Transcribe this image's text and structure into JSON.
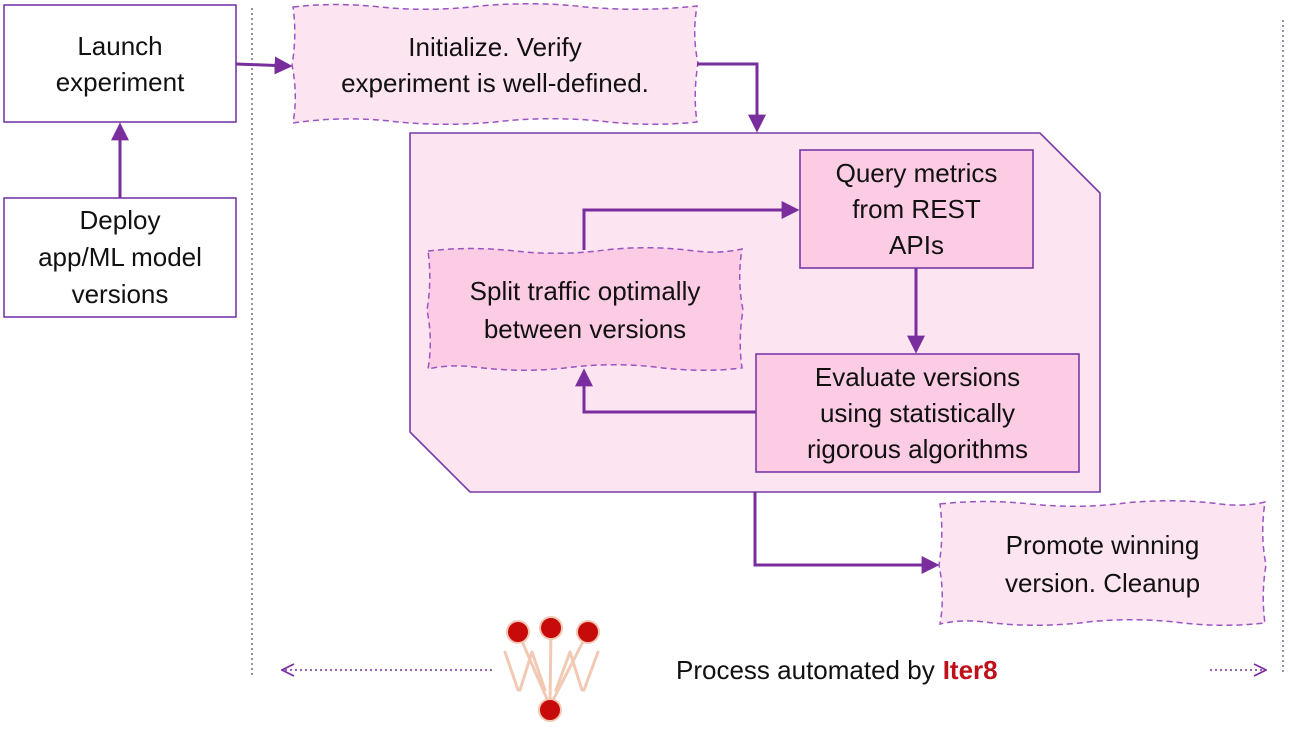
{
  "nodes": {
    "launch": "Launch\nexperiment",
    "deploy": "Deploy\napp/ML model\nversions",
    "initialize": "Initialize. Verify\nexperiment is well-defined.",
    "query": "Query metrics\nfrom REST\nAPIs",
    "split": "Split traffic optimally\nbetween versions",
    "evaluate": "Evaluate versions\nusing statistically\nrigorous algorithms",
    "promote": "Promote winning\nversion. Cleanup"
  },
  "footer": {
    "text": "Process automated by",
    "brand": "Iter8"
  },
  "colors": {
    "arrow": "#7a2e9e",
    "dashed_border": "#9a55c2",
    "pink_fill": "#fde4f1",
    "pink_box": "#fccbe4",
    "solid_border": "#7a3aa8",
    "brand": "#c0101a",
    "logo_node": "#c70b0b",
    "logo_lines": "#f2c9b5",
    "divider": "#6a4a8a"
  },
  "icons": {
    "logo": "iter8-logo-icon"
  }
}
